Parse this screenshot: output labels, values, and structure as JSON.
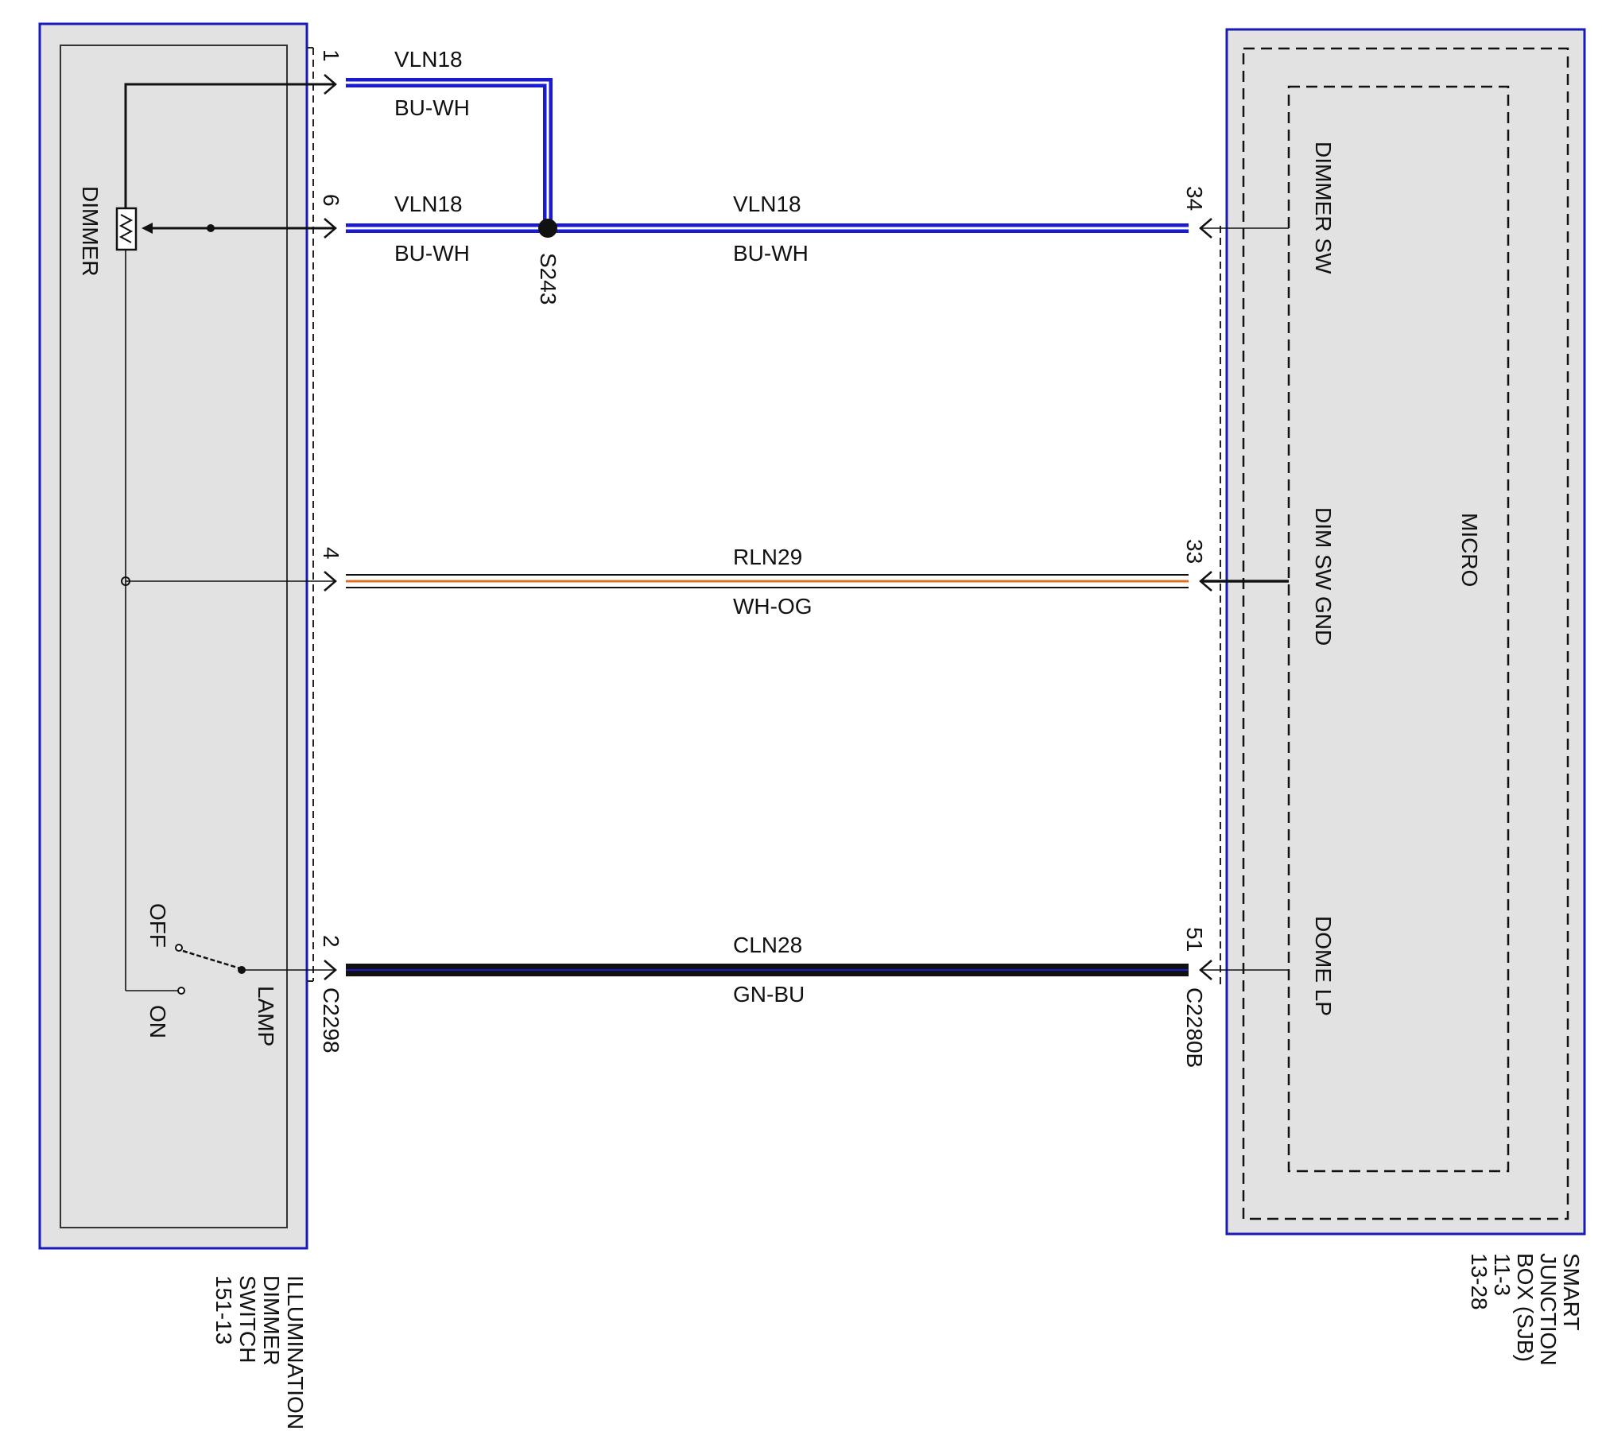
{
  "left_component": {
    "name_lines": [
      "ILLUMINATION",
      "DIMMER",
      "SWITCH",
      "151-13"
    ],
    "dimmer_label": "DIMMER",
    "switch_off": "OFF",
    "switch_on": "ON",
    "lamp_label": "LAMP",
    "connector": "C2298"
  },
  "right_component": {
    "name_lines": [
      "SMART",
      "JUNCTION",
      "BOX (SJB)",
      "11-3",
      "13-28"
    ],
    "micro_label": "MICRO",
    "connector": "C2280B",
    "pins": {
      "dimmer_sw": "DIMMER SW",
      "dim_sw_gnd": "DIM SW GND",
      "dome_lp": "DOME LP"
    }
  },
  "splice": "S243",
  "wires": {
    "pin1": {
      "pin": "1",
      "circuit": "VLN18",
      "color_code": "BU-WH"
    },
    "pin6": {
      "pin": "6",
      "circuit": "VLN18",
      "color_code": "BU-WH"
    },
    "main_dimmer": {
      "circuit": "VLN18",
      "color_code": "BU-WH",
      "pin_right": "34"
    },
    "gnd": {
      "pin_left": "4",
      "pin_right": "33",
      "circuit": "RLN29",
      "color_code": "WH-OG"
    },
    "dome": {
      "pin_left": "2",
      "pin_right": "51",
      "circuit": "CLN28",
      "color_code": "GN-BU"
    }
  },
  "colors": {
    "frame_blue": "#1a1ab8",
    "wire_blue": "#1a1ad0",
    "wire_orange": "#e07020",
    "wire_green": "#0d2b1a",
    "box_fill": "#e2e2e2"
  }
}
